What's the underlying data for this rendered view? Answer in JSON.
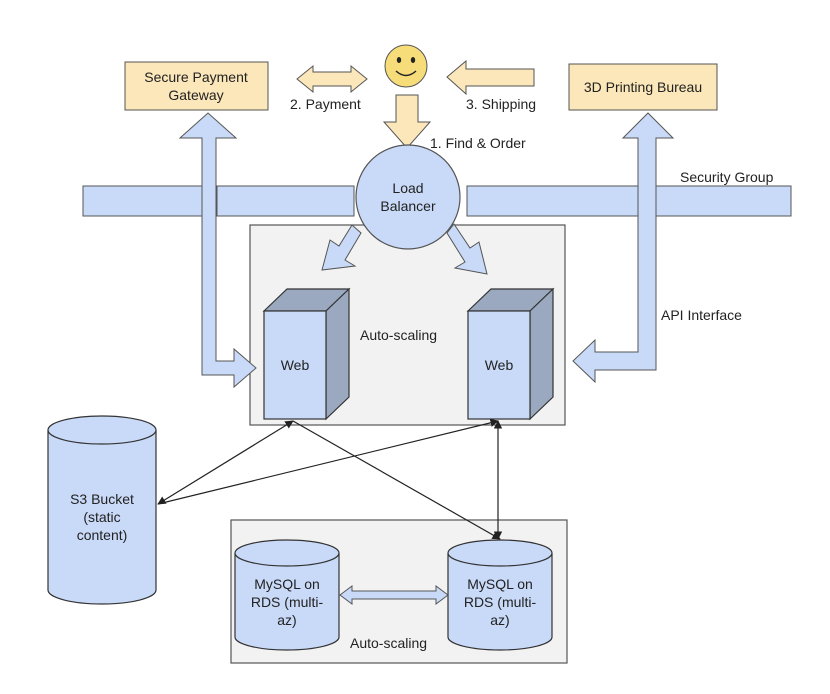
{
  "colors": {
    "box_fill": "#fbe7b9",
    "box_stroke": "#555555",
    "arrow_yellow": "#fbe7b9",
    "arrow_blue": "#c9daf8",
    "sg_fill": "#c9daf8",
    "group_fill": "#f2f2f2",
    "server_front": "#c9daf8",
    "server_side": "#9aa9bf",
    "cylinder_fill": "#c9daf8",
    "face_fill": "#f6dd7a"
  },
  "nodes": {
    "payment_gateway": {
      "line1": "Secure Payment",
      "line2": "Gateway"
    },
    "printing_bureau": {
      "label": "3D Printing Bureau"
    },
    "load_balancer": {
      "line1": "Load",
      "line2": "Balancer"
    },
    "web_left": {
      "label": "Web"
    },
    "web_right": {
      "label": "Web"
    },
    "s3": {
      "line1": "S3 Bucket",
      "line2": "(static",
      "line3": "content)"
    },
    "mysql_left": {
      "line1": "MySQL on",
      "line2": "RDS (multi-",
      "line3": "az)"
    },
    "mysql_right": {
      "line1": "MySQL on",
      "line2": "RDS (multi-",
      "line3": "az)"
    },
    "customer": {
      "icon": "smiley-face-icon"
    }
  },
  "labels": {
    "payment": "2. Payment",
    "shipping": "3. Shipping",
    "find_order": "1. Find & Order",
    "security_group": "Security Group",
    "api_interface": "API Interface",
    "autoscaling_web": "Auto-scaling",
    "autoscaling_db": "Auto-scaling"
  }
}
